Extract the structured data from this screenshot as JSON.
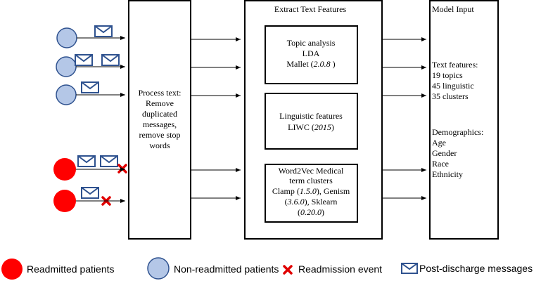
{
  "process": {
    "lines": [
      "Process text:",
      "Remove",
      "duplicated",
      "messages,",
      "remove stop",
      "words"
    ]
  },
  "extract": {
    "title": "Extract Text Features",
    "topic": [
      "Topic analysis",
      "LDA"
    ],
    "topic_mallet": {
      "prefix": "Mallet (",
      "version": "2.0.8 ",
      "suffix": ")"
    },
    "linguistic": [
      "Linguistic features"
    ],
    "linguistic_liwc": {
      "prefix": "LIWC (",
      "version": "2015",
      "suffix": ")"
    },
    "w2v": [
      "Word2Vec Medical",
      "term clusters"
    ],
    "w2v_clamp": {
      "prefix": "Clamp (",
      "version": "1.5.0",
      "suffix": "), Genism"
    },
    "w2v_sklearn": {
      "prefix": "(",
      "version": "3.6.0",
      "suffix": "), Sklearn"
    },
    "w2v_last": {
      "prefix": "(",
      "version": "0.20.0",
      "suffix": ")"
    }
  },
  "model": {
    "title": "Model Input",
    "text_features": [
      "Text features:",
      "19 topics",
      "45 linguistic",
      "35 clusters"
    ],
    "demographics": [
      "Demographics:",
      "Age",
      "Gender",
      "Race",
      "Ethnicity"
    ]
  },
  "legend": {
    "readmitted": "Readmitted patients",
    "non_readmitted": "Non-readmitted patients",
    "event": "Readmission event",
    "messages": "Post-discharge messages"
  },
  "colors": {
    "readmitted": "#ff0000",
    "non_readmitted": "#b4c7e7",
    "non_readmitted_stroke": "#2f528f",
    "envelope": "#2f528f",
    "cross": "#e00000"
  },
  "icons": {
    "patient": "circle",
    "message": "envelope-icon",
    "event": "cross-icon"
  }
}
